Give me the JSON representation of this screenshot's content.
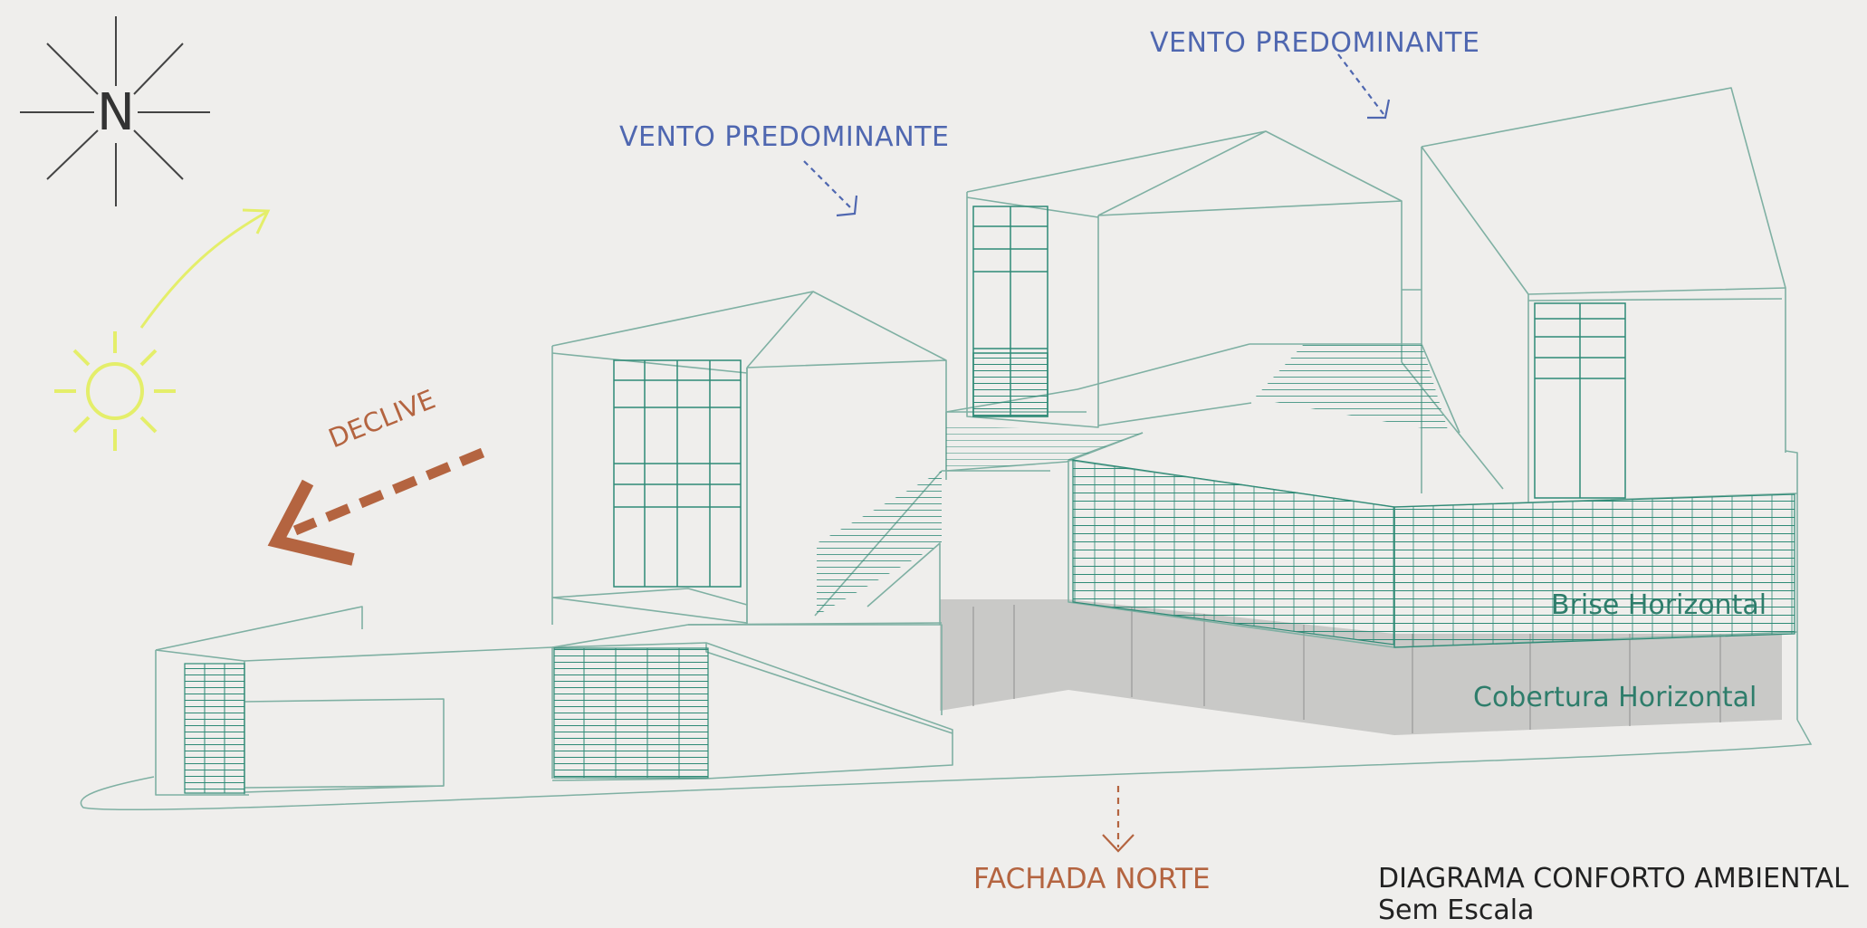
{
  "compass": {
    "north_label": "N"
  },
  "annotations": {
    "wind_1": "VENTO PREDOMINANTE",
    "wind_2": "VENTO PREDOMINANTE",
    "slope": "DECLIVE",
    "facade": "FACHADA NORTE",
    "brise": "Brise Horizontal",
    "cover": "Cobertura Horizontal"
  },
  "caption": {
    "title": "DIAGRAMA CONFORTO AMBIENTAL",
    "scale": "Sem Escala"
  },
  "colors": {
    "background": "#efeeec",
    "line": "#7fb0a3",
    "louver": "#2e8a76",
    "wind": "#4f67b0",
    "slope": "#b46440",
    "sun": "#e4ee6a",
    "shadow": "#c9c9c7"
  },
  "icons": [
    "compass-icon",
    "sun-icon",
    "sun-path-arrow-icon",
    "wind-arrow-icon",
    "slope-arrow-icon",
    "facade-arrow-icon"
  ]
}
